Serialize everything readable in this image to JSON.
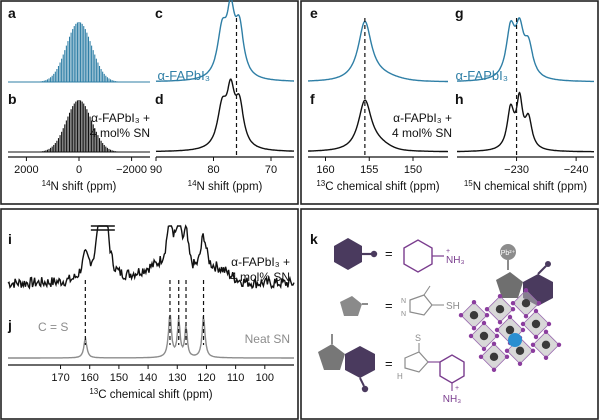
{
  "colors": {
    "blue": "#2f7fa6",
    "black": "#111111",
    "gray": "#8c8c8c",
    "purple": "#7a3d8e",
    "dark_purple": "#4a3a5e",
    "atom_blue": "#2a8fd1"
  },
  "panels": {
    "a": {
      "letter": "a"
    },
    "b": {
      "letter": "b"
    },
    "c": {
      "letter": "c",
      "label": "α-FAPbI₃"
    },
    "d": {
      "letter": "d",
      "label_line1": "α-FAPbI₃ +",
      "label_line2": "4 mol% SN"
    },
    "e": {
      "letter": "e"
    },
    "f": {
      "letter": "f"
    },
    "g": {
      "letter": "g",
      "label": "α-FAPbI₃"
    },
    "h": {
      "letter": "h",
      "label_line1": "α-FAPbI₃ +",
      "label_line2": "4 mol% SN"
    },
    "i": {
      "letter": "i",
      "label_line1": "α-FAPbI₃ +",
      "label_line2": "4 mol% SN"
    },
    "j": {
      "letter": "j",
      "label": "Neat SN",
      "annotation": "C = S"
    },
    "k": {
      "letter": "k",
      "pb_label": "Pb²⁺",
      "nh3": "NH₃",
      "sh": "SH",
      "s": "S",
      "h": "H",
      "n": "N"
    }
  },
  "chart_data": [
    {
      "id": "ab",
      "type": "line",
      "xlabel": "14N shift (ppm)",
      "xticks": [
        2000,
        0,
        -2000
      ],
      "tick_labels": [
        "2000",
        "0",
        "−2000"
      ],
      "xlim": [
        2700,
        -2700
      ],
      "series": [
        {
          "panel": "a",
          "color": "blue",
          "description": "spinning sideband manifold centered near 0 ppm"
        },
        {
          "panel": "b",
          "color": "black",
          "description": "spinning sideband manifold centered near 0 ppm"
        }
      ]
    },
    {
      "id": "cd",
      "type": "line",
      "xlabel": "14N shift (ppm)",
      "xticks": [
        90,
        80,
        70
      ],
      "tick_labels": [
        "90",
        "80",
        "70"
      ],
      "xlim": [
        90,
        66
      ],
      "dashed_line_x": 76,
      "series": [
        {
          "panel": "c",
          "color": "blue",
          "peaks": [
            78.5,
            77,
            75.5
          ]
        },
        {
          "panel": "d",
          "color": "black",
          "peaks": [
            78.5,
            77,
            75.5
          ]
        }
      ]
    },
    {
      "id": "ef",
      "type": "line",
      "xlabel": "13C chemical shift (ppm)",
      "xticks": [
        160,
        155,
        150
      ],
      "tick_labels": [
        "160",
        "155",
        "150"
      ],
      "xlim": [
        162,
        146
      ],
      "dashed_line_x": 155.5,
      "series": [
        {
          "panel": "e",
          "color": "blue",
          "peaks": [
            155.5
          ]
        },
        {
          "panel": "f",
          "color": "black",
          "peaks": [
            155.5
          ]
        }
      ]
    },
    {
      "id": "gh",
      "type": "line",
      "xlabel": "15N chemical shift (ppm)",
      "xticks": [
        -230,
        -240
      ],
      "tick_labels": [
        "−230",
        "−240"
      ],
      "xlim": [
        -220,
        -243
      ],
      "dashed_line_x": -230,
      "series": [
        {
          "panel": "g",
          "color": "blue",
          "peaks": [
            -229,
            -230.5,
            -232
          ]
        },
        {
          "panel": "h",
          "color": "black",
          "peaks": [
            -229,
            -230.5,
            -232
          ]
        }
      ]
    },
    {
      "id": "ij",
      "type": "line",
      "xlabel": "13C chemical shift (ppm)",
      "xticks": [
        170,
        160,
        150,
        140,
        130,
        120,
        110,
        100
      ],
      "tick_labels": [
        "170",
        "160",
        "150",
        "140",
        "130",
        "120",
        "110",
        "100"
      ],
      "xlim": [
        188,
        90
      ],
      "dashed_lines_x": [
        161.5,
        132.5,
        129.5,
        127,
        121
      ],
      "series": [
        {
          "panel": "i",
          "color": "black",
          "peaks": [
            161.5,
            155.5,
            132.5,
            129.5,
            127,
            121
          ]
        },
        {
          "panel": "j",
          "color": "gray",
          "peaks": [
            161.5,
            132.5,
            129.5,
            127,
            121
          ]
        }
      ]
    }
  ]
}
